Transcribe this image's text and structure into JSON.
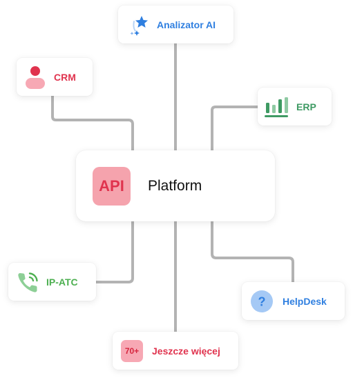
{
  "platform": {
    "badge": "API",
    "label": "Platform"
  },
  "nodes": {
    "analizator": {
      "label": "Analizator AI",
      "color": "#2f7fe0",
      "icon": "sparkle-star-icon"
    },
    "crm": {
      "label": "CRM",
      "color": "#e0334e",
      "icon": "user-icon"
    },
    "erp": {
      "label": "ERP",
      "color": "#3e9a63",
      "icon": "bar-chart-icon"
    },
    "ipatc": {
      "label": "IP-ATC",
      "color": "#4caf50",
      "icon": "phone-ringing-icon"
    },
    "helpdesk": {
      "label": "HelpDesk",
      "color": "#2f7fe0",
      "icon": "question-icon"
    },
    "more": {
      "badge": "70+",
      "label": "Jeszcze więcej",
      "color": "#e0334e"
    }
  },
  "colors": {
    "connector": "#b3b3b3",
    "api_badge_bg": "#f5a3ad"
  }
}
